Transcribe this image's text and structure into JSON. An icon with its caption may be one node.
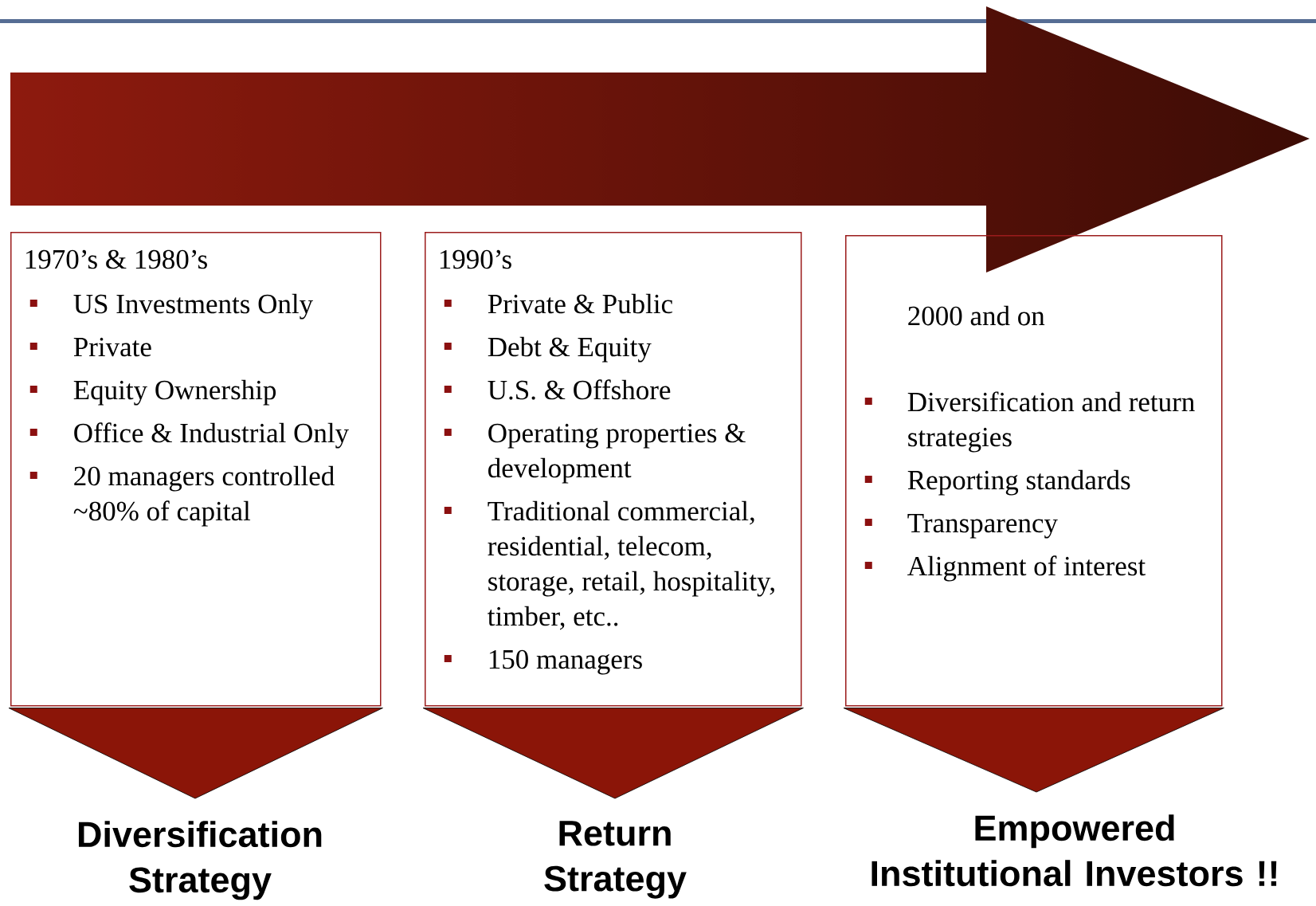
{
  "diagram": {
    "nodes": [
      {
        "text": [
          "1970’s & 1980’s",
          "US Investments Only",
          "Private",
          "Equity Ownership",
          "Office & Industrial Only",
          "20 managers controlled ~80% of capital"
        ]
      },
      {
        "text": [
          "1990’s",
          "Private & Public",
          "Debt & Equity",
          "U.S. & Offshore",
          "Operating properties & development",
          "Traditional commercial, residential, telecom, storage, retail, hospitality, timber, etc..",
          "150 managers"
        ]
      },
      {
        "text": [
          "2000 and on",
          "Diversification and return strategies",
          "Reporting standards",
          "Transparency",
          "Alignment of interest"
        ]
      },
      {
        "text": [
          "Diversification Strategy"
        ]
      },
      {
        "text": [
          "Return Strategy"
        ]
      },
      {
        "text": [
          "Empowered Institutional Investors !!"
        ]
      }
    ],
    "edges": [
      {
        "from": 0,
        "to": 3,
        "arrow": "to"
      },
      {
        "from": 1,
        "to": 4,
        "arrow": "to"
      },
      {
        "from": 2,
        "to": 5,
        "arrow": "to"
      }
    ]
  }
}
